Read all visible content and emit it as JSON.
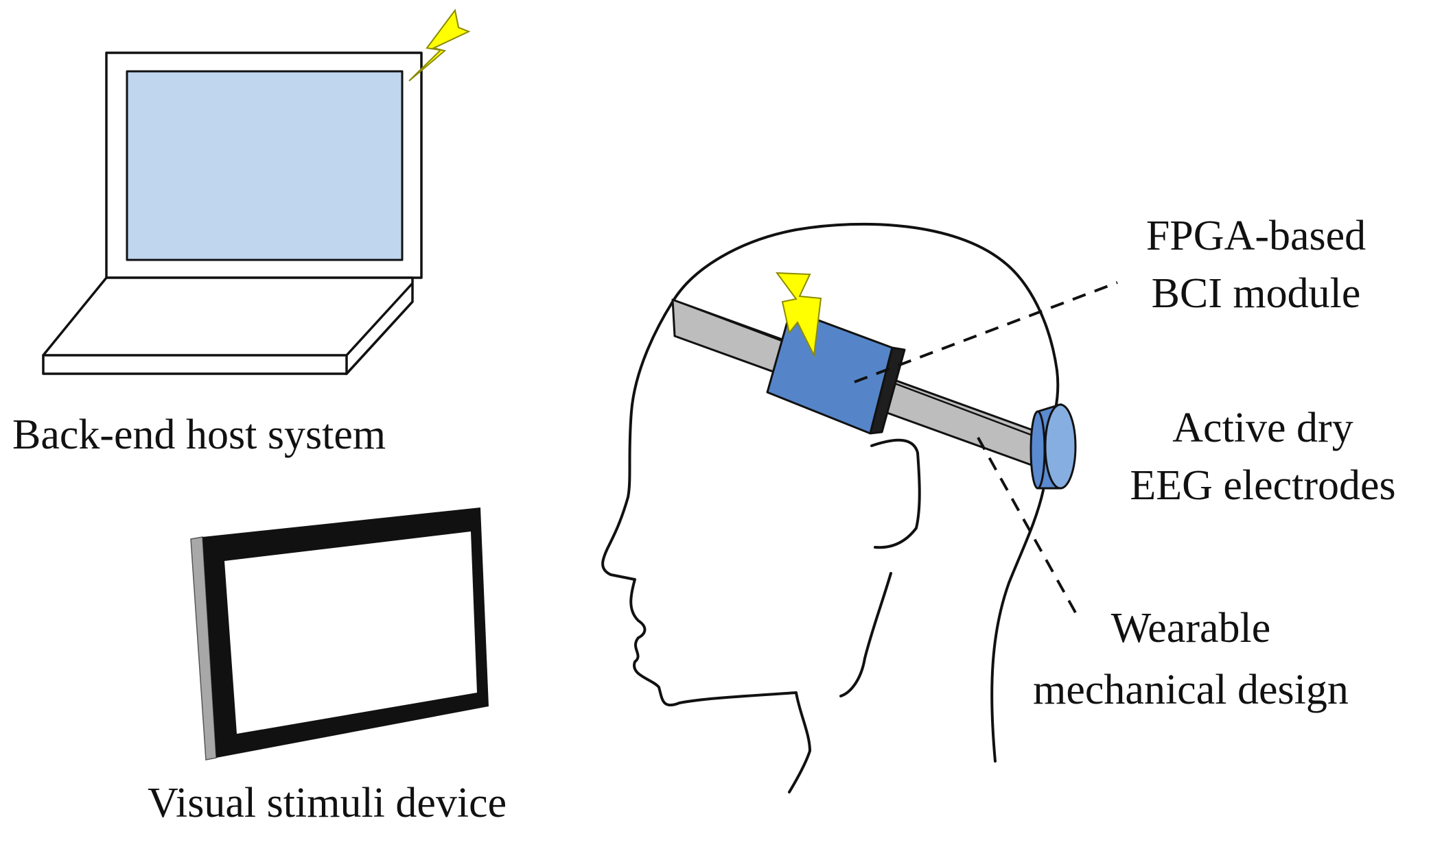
{
  "colors": {
    "screen_fill": "#c0d6ee",
    "module_fill": "#5585c8",
    "electrode_fill": "#5a8ad0",
    "electrode_face": "#86aee0",
    "band_fill": "#bdbdbd",
    "bolt_fill": "#ffff00",
    "line": "#111111"
  },
  "icons": [
    "laptop-icon",
    "tablet-icon",
    "head-outline",
    "headband",
    "bci-module",
    "eeg-electrode",
    "lightning-bolt-icon"
  ],
  "labels": {
    "host": "Back-end host system",
    "stimuli": "Visual stimuli device",
    "module_line1": "FPGA-based",
    "module_line2": "BCI module",
    "electrode_line1": "Active dry",
    "electrode_line2": "EEG electrodes",
    "mech_line1": "Wearable",
    "mech_line2": "mechanical design"
  }
}
